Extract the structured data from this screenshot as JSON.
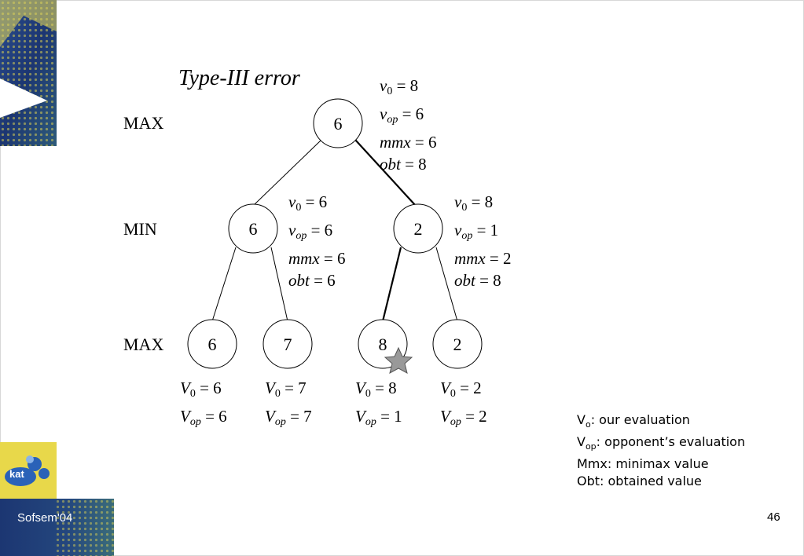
{
  "title": "Type-III error",
  "levels": [
    "MAX",
    "MIN",
    "MAX"
  ],
  "nodes": {
    "root": "6",
    "min_left": "6",
    "min_right": "2",
    "leaf1": "6",
    "leaf2": "7",
    "leaf3": "8",
    "leaf4": "2"
  },
  "root_stats": {
    "v0": "= 8",
    "vop": "= 6",
    "mmx": "= 6",
    "obt": "= 8"
  },
  "min_left_stats": {
    "v0": "= 6",
    "vop": "= 6",
    "mmx": "= 6",
    "obt": "= 6"
  },
  "min_right_stats": {
    "v0": "= 8",
    "vop": "= 1",
    "mmx": "= 2",
    "obt": "= 8"
  },
  "leaf_stats": [
    {
      "V0": "= 6",
      "Vop": "= 6"
    },
    {
      "V0": "= 7",
      "Vop": "= 7"
    },
    {
      "V0": "= 8",
      "Vop": "= 1"
    },
    {
      "V0": "= 2",
      "Vop": "= 2"
    }
  ],
  "labels": {
    "v": "v",
    "V": "V",
    "sub0": "0",
    "subop": "op",
    "mmx": "mmx",
    "obt": "obt",
    "legend_sub_o": "o",
    "legend_sub_op": "op"
  },
  "legend": {
    "vo": ": our evaluation",
    "vop": ": opponent’s evaluation",
    "mmx": "Mmx: minimax value",
    "obt": "Obt: obtained value"
  },
  "footer": {
    "conference": "Sofsem'04",
    "logo": "kat",
    "page": "46"
  },
  "colors": {
    "banner_blue": "#1f3a7a",
    "banner_yellow": "#e8d84a",
    "star": "#999999"
  }
}
